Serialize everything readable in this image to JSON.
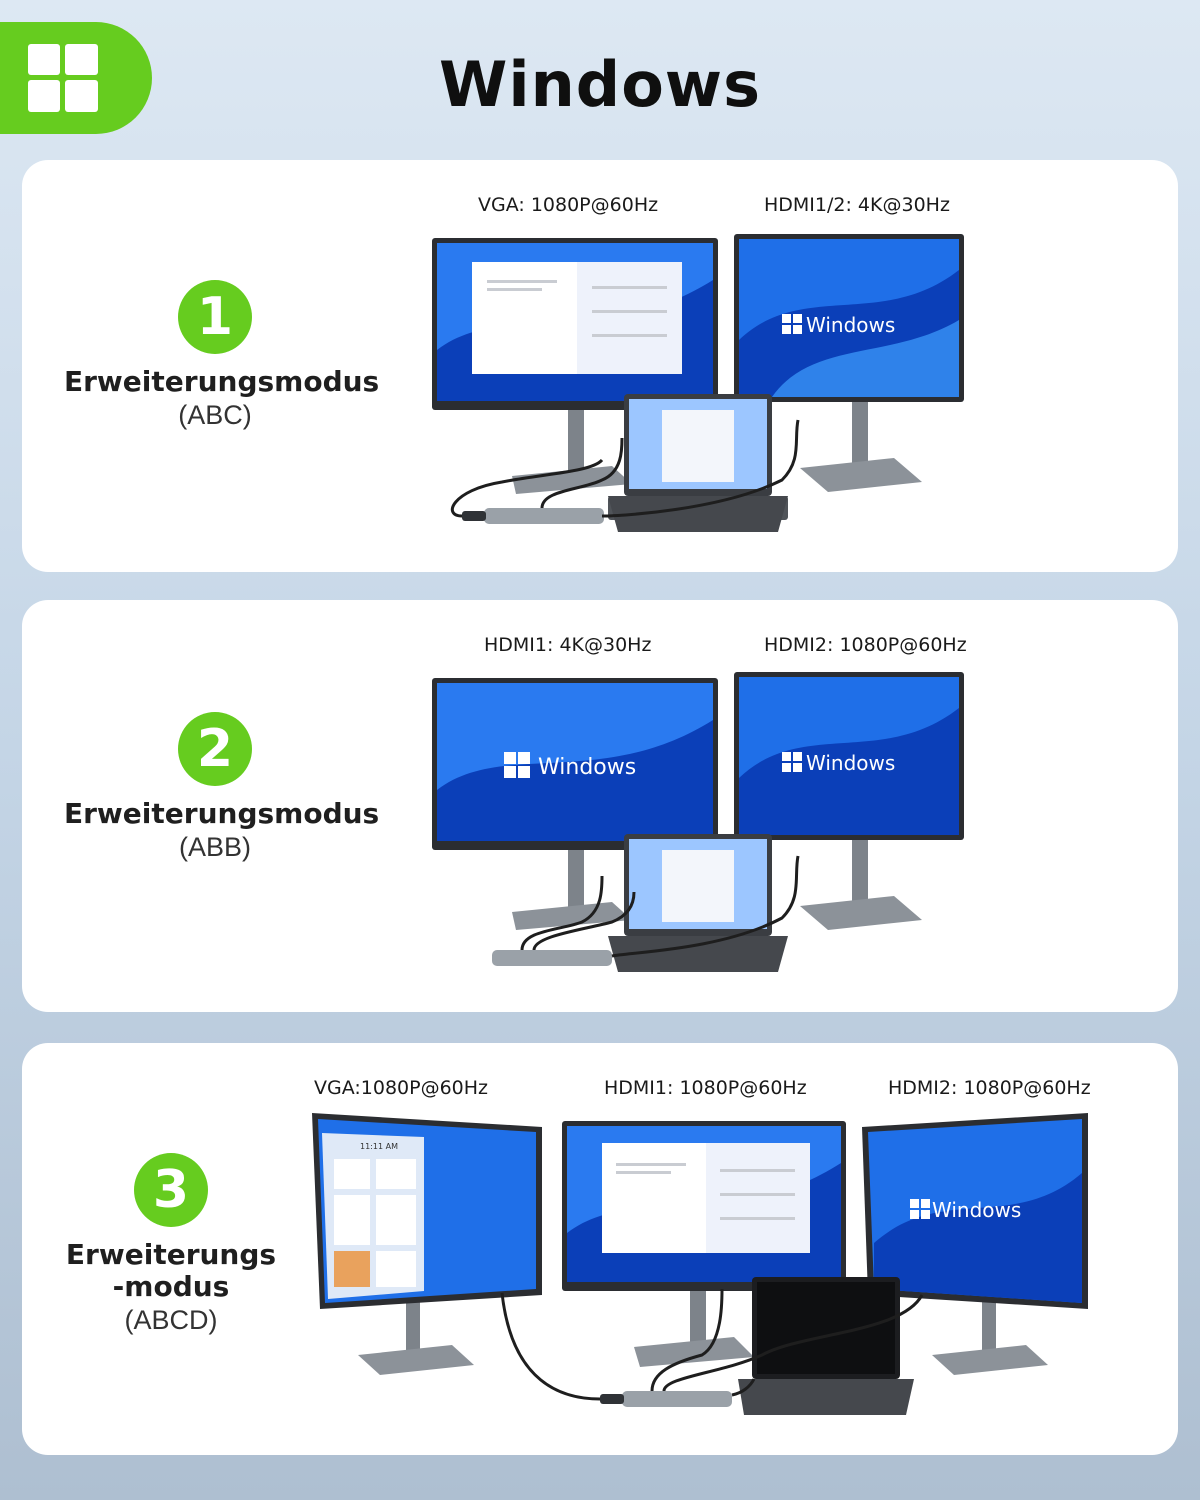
{
  "header": {
    "title": "Windows",
    "logo_icon": "windows-logo-icon",
    "accent_color": "#66cc1f"
  },
  "panels": [
    {
      "number": "1",
      "mode_lines": [
        "Erweiterungsmodus"
      ],
      "code": "(ABC)",
      "labels": [
        "VGA: 1080P@60Hz",
        "HDMI1/2: 4K@30Hz"
      ]
    },
    {
      "number": "2",
      "mode_lines": [
        "Erweiterungsmodus"
      ],
      "code": "(ABB)",
      "labels": [
        "HDMI1: 4K@30Hz",
        "HDMI2: 1080P@60Hz"
      ]
    },
    {
      "number": "3",
      "mode_lines": [
        "Erweiterungs",
        "-modus"
      ],
      "code": "(ABCD)",
      "labels": [
        "VGA:1080P@60Hz",
        "HDMI1: 1080P@60Hz",
        "HDMI2: 1080P@60Hz"
      ]
    }
  ],
  "screen_text": {
    "windows_wordmark": "Windows",
    "clock": "11:11 AM"
  }
}
